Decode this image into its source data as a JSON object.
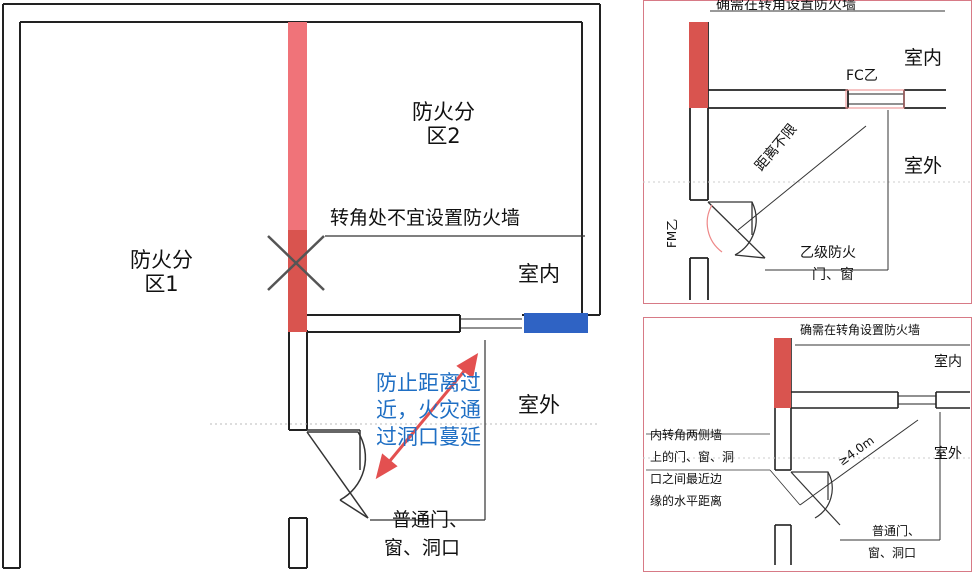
{
  "colors": {
    "firewall": "#f07379",
    "firewall_dark": "#d9544f",
    "door_blue": "#2f63c4",
    "arrow_red": "#e35050",
    "note_blue": "#1f6fc4",
    "panel_border": "#d77a86"
  },
  "main_plan": {
    "zone1": [
      "防火分",
      "区1"
    ],
    "zone2": [
      "防火分",
      "区2"
    ],
    "corner_note": "转角处不宜设置防火墙",
    "indoor": "室内",
    "outdoor": "室外",
    "spread_note": [
      "防止距离过",
      "近，火灾通",
      "过洞口蔓延"
    ],
    "openings": [
      "普通门、",
      "窗、洞口"
    ]
  },
  "panel_top": {
    "title": "确需在转角设置防火墙",
    "fc": "FC乙",
    "indoor": "室内",
    "outdoor": "室外",
    "distance": "距离不限",
    "fm": "FM乙",
    "openings": [
      "乙级防火",
      "门、窗"
    ]
  },
  "panel_bottom": {
    "title": "确需在转角设置防火墙",
    "indoor": "室内",
    "outdoor": "室外",
    "distance": "≥4.0m",
    "edge_note": [
      "内转角两侧墙",
      "上的门、窗、洞",
      "口之间最近边",
      "缘的水平距离"
    ],
    "openings": [
      "普通门、",
      "窗、洞口"
    ]
  }
}
